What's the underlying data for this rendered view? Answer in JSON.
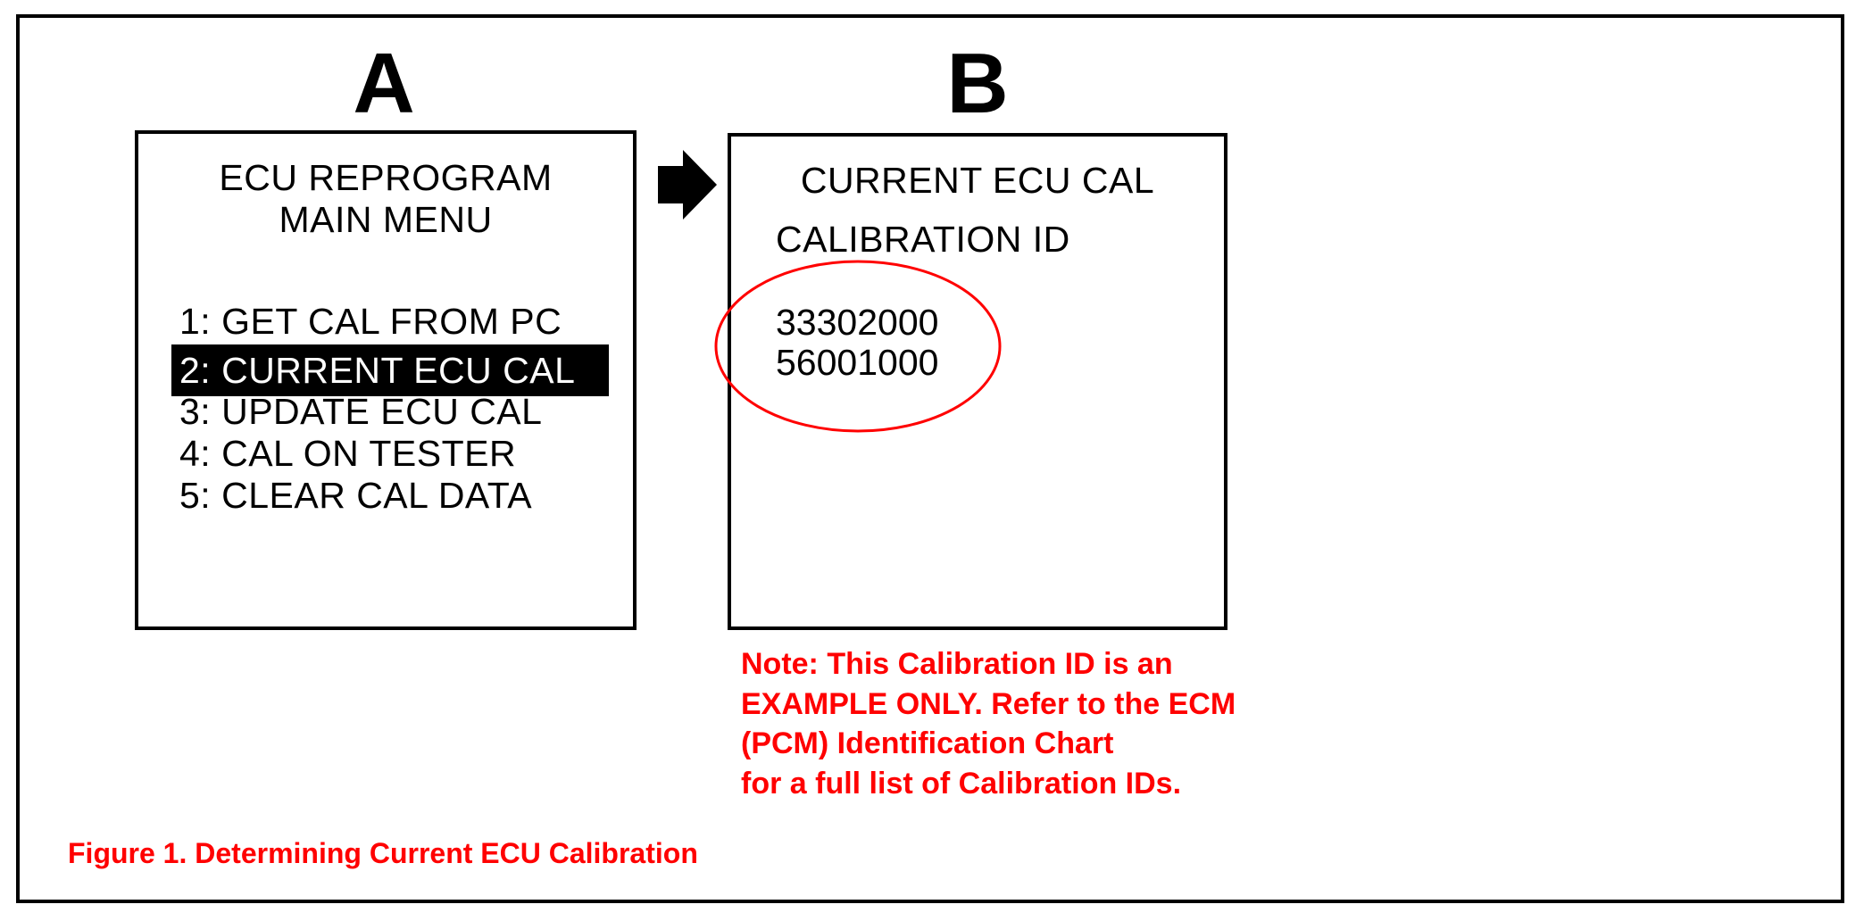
{
  "panel_a": {
    "letter": "A",
    "title_lines": [
      "ECU REPROGRAM",
      "MAIN MENU"
    ],
    "menu": [
      {
        "label": "1: GET CAL FROM PC",
        "selected": false
      },
      {
        "label": "2: CURRENT ECU CAL",
        "selected": true
      },
      {
        "label": "3: UPDATE ECU CAL",
        "selected": false
      },
      {
        "label": "4: CAL ON TESTER",
        "selected": false
      },
      {
        "label": "5: CLEAR CAL DATA",
        "selected": false
      }
    ]
  },
  "panel_b": {
    "letter": "B",
    "title": "CURRENT ECU CAL",
    "label": "CALIBRATION ID",
    "values": [
      "33302000",
      "56001000"
    ]
  },
  "note_lines": [
    "Note: This Calibration ID is an",
    "EXAMPLE ONLY. Refer to the ECM",
    "(PCM) Identification Chart",
    "for a full list of Calibration IDs."
  ],
  "caption": "Figure 1. Determining Current ECU Calibration",
  "colors": {
    "highlight": "#ff0000",
    "text": "#000000",
    "selected_bg": "#000000",
    "selected_text": "#ffffff"
  },
  "icons": {
    "arrow": "right-arrow-icon",
    "highlight": "circle-highlight"
  }
}
